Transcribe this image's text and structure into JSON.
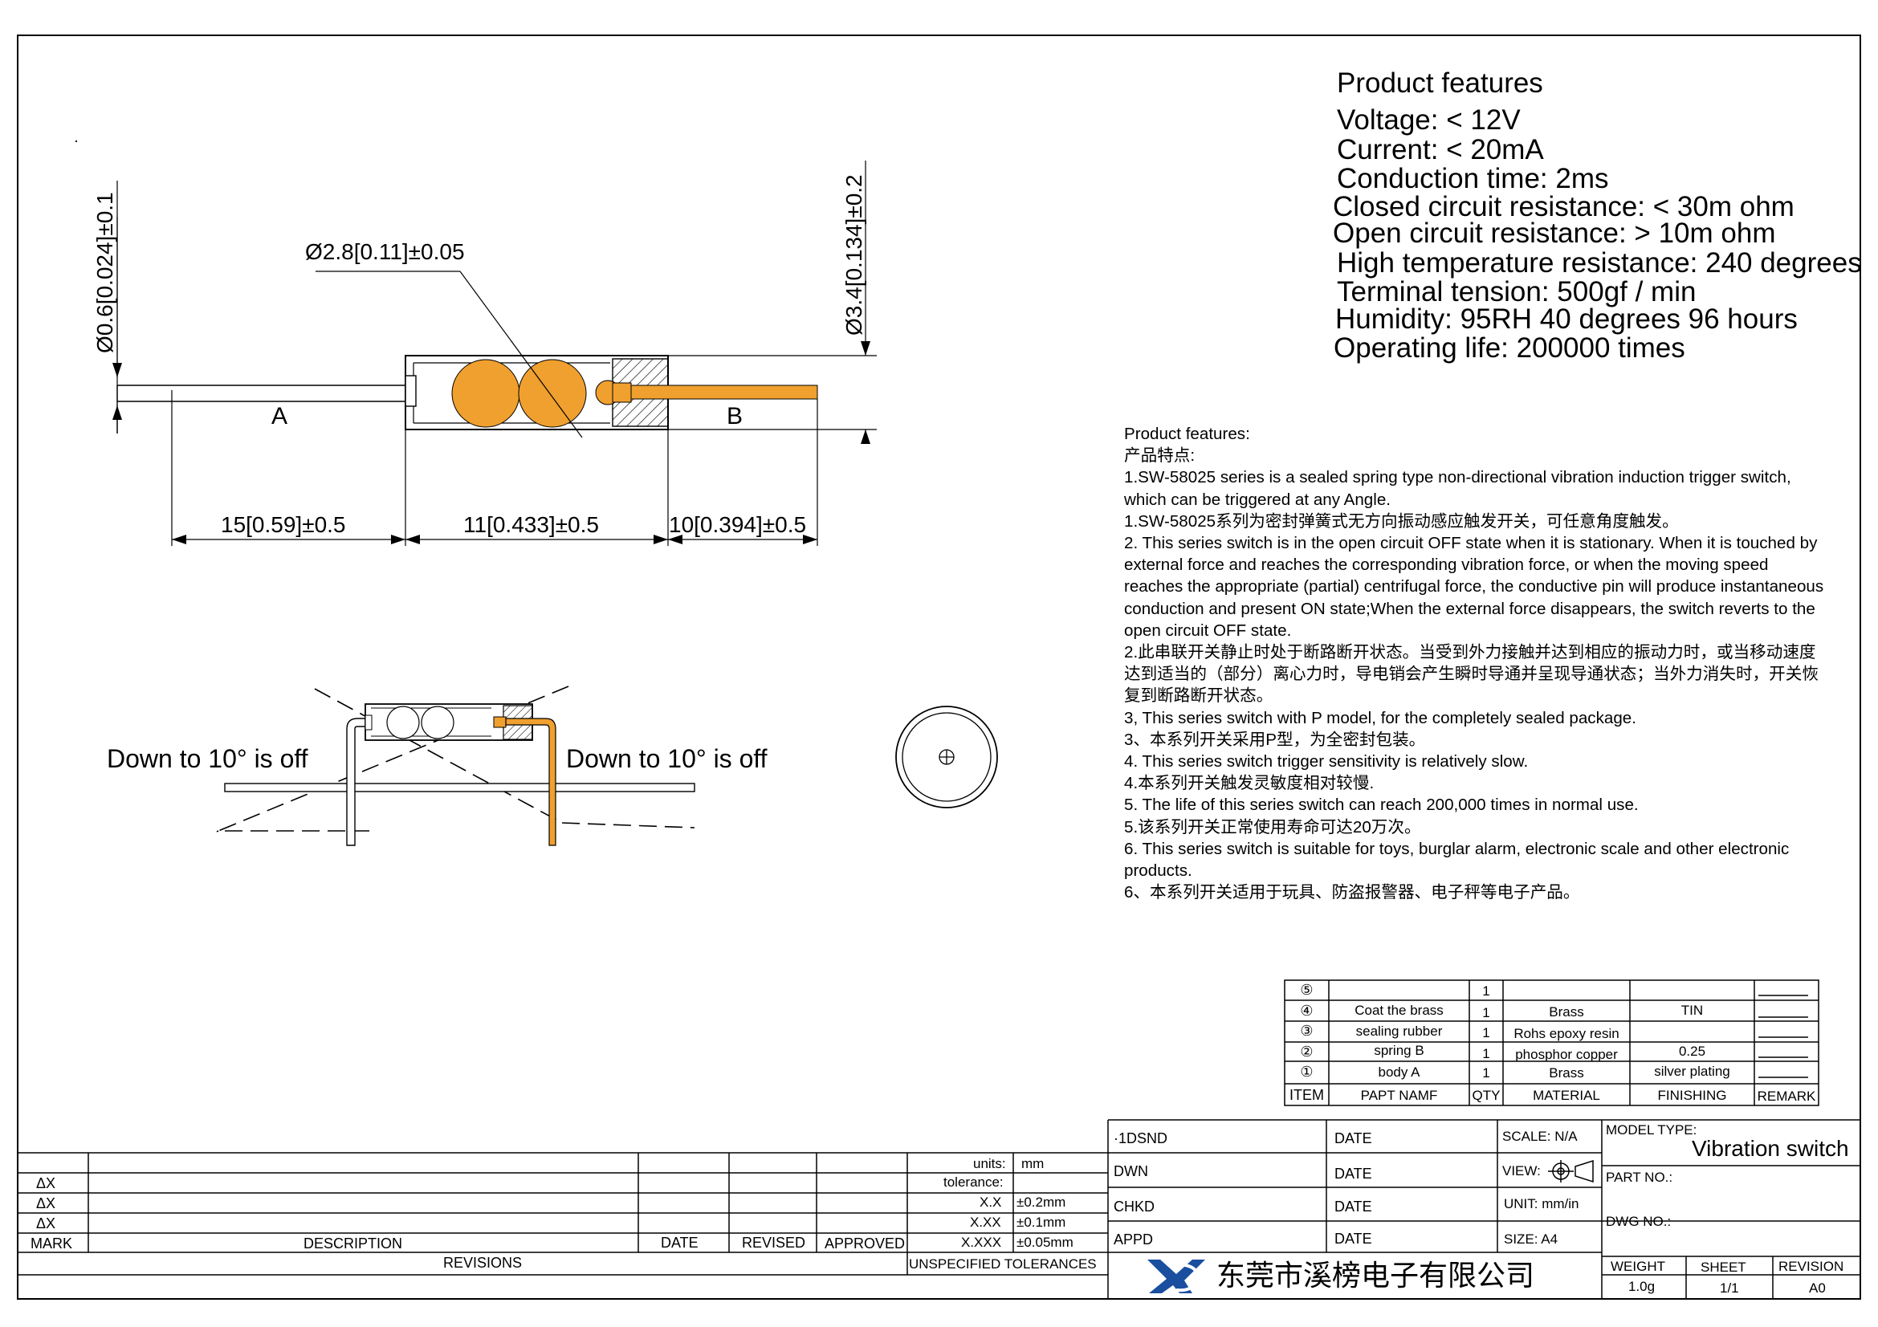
{
  "drawing": {
    "dim_lead_dia": "Ø0.6[0.024]±0.1",
    "dim_ball_dia": "Ø2.8[0.11]±0.05",
    "dim_body_dia": "Ø3.4[0.134]±0.2",
    "label_a": "A",
    "label_b": "B",
    "dim_a_len": "15[0.59]±0.5",
    "dim_body_len": "11[0.433]±0.5",
    "dim_b_len": "10[0.394]±0.5",
    "tilt_left": "Down to 10° is off",
    "tilt_right": "Down to 10° is off",
    "color_ball": "#F0A02E",
    "color_pin": "#F0A02E"
  },
  "features": {
    "heading": "Product features",
    "items": [
      "Voltage: < 12V",
      "Current: < 20mA",
      "Conduction time: 2ms",
      "Closed circuit resistance: < 30m ohm",
      "Open circuit resistance: > 10m ohm",
      "High temperature resistance: 240 degrees",
      "Terminal tension: 500gf / min",
      "Humidity: 95RH 40 degrees 96 hours",
      "Operating life: 200000 times"
    ]
  },
  "notes": [
    "Product features:",
    "产品特点:",
    "1.SW-58025 series is a sealed spring type non-directional vibration induction trigger switch, which can be triggered at any Angle.",
    "1.SW-58025系列为密封弹簧式无方向振动感应触发开关，可任意角度触发。",
    "2. This series switch is in the open circuit OFF state when it is stationary. When it is touched by external force and reaches the corresponding vibration force, or when the moving speed reaches the appropriate (partial) centrifugal force, the conductive pin will produce instantaneous conduction and present ON state;When the external force disappears, the switch reverts to the open circuit OFF state.",
    "2.此串联开关静止时处于断路断开状态。当受到外力接触并达到相应的振动力时，或当移动速度达到适当的（部分）离心力时，导电销会产生瞬时导通并呈现导通状态；当外力消失时，开关恢复到断路断开状态。",
    "3, This series switch with P model, for the completely sealed package.",
    "3、本系列开关采用P型，为全密封包装。",
    "4. This series switch trigger sensitivity is relatively slow.",
    "4.本系列开关触发灵敏度相对较慢.",
    "5. The life of this series switch can reach 200,000 times in normal use.",
    "5.该系列开关正常使用寿命可达20万次。",
    "6. This series switch is suitable for toys, burglar alarm, electronic scale and other electronic products.",
    "6、本系列开关适用于玩具、防盗报警器、电子秤等电子产品。"
  ],
  "bom": {
    "rows": [
      {
        "item": "⑤",
        "name": "",
        "qty": "1",
        "material": "",
        "finishing": "",
        "remark": ""
      },
      {
        "item": "④",
        "name": "Coat the brass",
        "qty": "1",
        "material": "Brass",
        "finishing": "TIN",
        "remark": ""
      },
      {
        "item": "③",
        "name": "sealing rubber",
        "qty": "1",
        "material": "Rohs epoxy resin",
        "finishing": "",
        "remark": ""
      },
      {
        "item": "②",
        "name": "spring  B",
        "qty": "1",
        "material": "phosphor copper",
        "finishing": "0.25",
        "remark": ""
      },
      {
        "item": "①",
        "name": "body   A",
        "qty": "1",
        "material": "Brass",
        "finishing": "silver plating",
        "remark": ""
      }
    ],
    "header": {
      "item": "ITEM",
      "name": "PAPT NAMF",
      "qty": "QTY",
      "material": "MATERIAL",
      "finishing": "FINISHING",
      "remark": "REMARK"
    }
  },
  "revisions": {
    "marks": [
      "ΔX",
      "ΔX",
      "ΔX"
    ],
    "col_mark": "MARK",
    "col_description": "DESCRIPTION",
    "col_date": "DATE",
    "col_revised": "REVISED",
    "col_approved": "APPROVED",
    "footer": "REVISIONS"
  },
  "tolerances": {
    "units_label": "units:",
    "units_value": "mm",
    "tolerance_label": "tolerance:",
    "rows": [
      {
        "label": "X.X",
        "value": "±0.2mm"
      },
      {
        "label": "X.XX",
        "value": "±0.1mm"
      },
      {
        "label": "X.XXX",
        "value": "±0.05mm"
      }
    ],
    "footer": "UNSPECIFIED TOLERANCES"
  },
  "title_block": {
    "dsnd": "·1DSND",
    "dwn": "DWN",
    "chkd": "CHKD",
    "appd": "APPD",
    "date": "DATE",
    "scale": "SCALE: N/A",
    "view": "VIEW:",
    "unit": "UNIT: mm/in",
    "size": "SIZE: A4",
    "model_type_label": "MODEL TYPE:",
    "model_type_value": "Vibration switch",
    "part_no": "PART NO.:",
    "dwg_no": "DWG NO.:",
    "weight_label": "WEIGHT",
    "weight_value": "1.0g",
    "sheet_label": "SHEET",
    "sheet_value": "1/1",
    "revision_label": "REVISION",
    "revision_value": "A0",
    "company": "东莞市溪榜电子有限公司",
    "logo_color": "#1A4FA0"
  }
}
